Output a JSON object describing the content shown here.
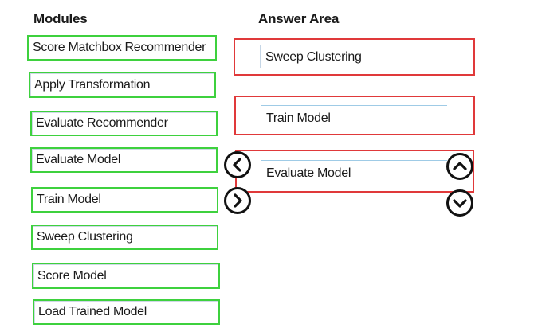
{
  "headings": {
    "modules": "Modules",
    "answer_area": "Answer Area"
  },
  "modules": [
    {
      "label": "Score Matchbox Recommender"
    },
    {
      "label": "Apply Transformation"
    },
    {
      "label": "Evaluate Recommender"
    },
    {
      "label": "Evaluate Model"
    },
    {
      "label": "Train Model"
    },
    {
      "label": "Sweep Clustering"
    },
    {
      "label": "Score Model"
    },
    {
      "label": "Load Trained Model"
    }
  ],
  "answer_area": [
    {
      "label": "Sweep Clustering"
    },
    {
      "label": "Train Model"
    },
    {
      "label": "Evaluate Model"
    }
  ],
  "controls": {
    "move_left_icon": "chevron-left-icon",
    "move_right_icon": "chevron-right-icon",
    "move_up_icon": "chevron-up-icon",
    "move_down_icon": "chevron-down-icon"
  },
  "colors": {
    "module_border": "#3ed13e",
    "answer_slot_border": "#e0393a",
    "answer_item_border": "#9fcbe6",
    "button_stroke": "#111111"
  }
}
